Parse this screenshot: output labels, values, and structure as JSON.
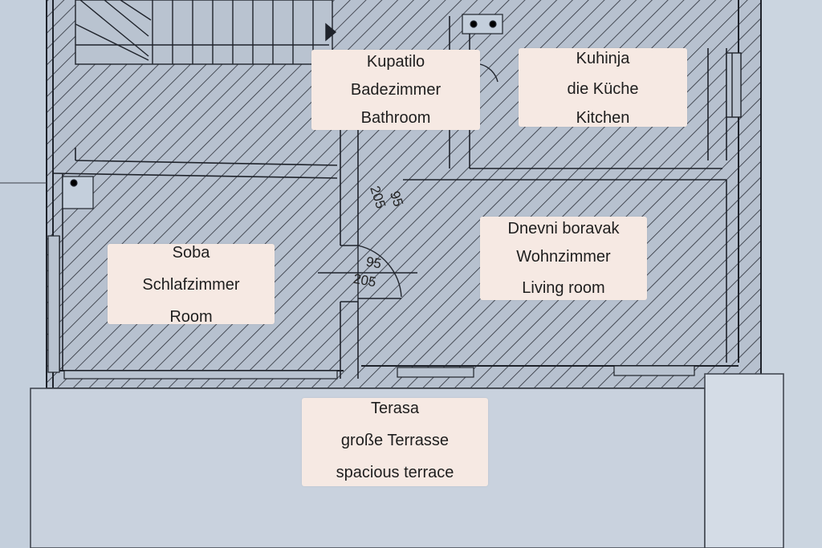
{
  "rooms": {
    "bathroom": {
      "line1": "Kupatilo",
      "line2": "Badezimmer",
      "line3": "Bathroom"
    },
    "kitchen": {
      "line1": "Kuhinja",
      "line2": "die Küche",
      "line3": "Kitchen"
    },
    "bedroom": {
      "line1": "Soba",
      "line2": "Schlafzimmer",
      "line3": "Room"
    },
    "living": {
      "line1": "Dnevni boravak",
      "line2": "Wohnzimmer",
      "line3": "Living room"
    },
    "terrace": {
      "line1": "Terasa",
      "line2": "große Terrasse",
      "line3": "spacious terrace"
    }
  },
  "dimensions": {
    "hall_door_width": "95",
    "hall_door_height": "205",
    "room_door_width": "95",
    "room_door_height": "205"
  },
  "colors": {
    "paper": "#c4cfdc",
    "hatch": "#2b2f38",
    "label_bg": "#f6e9e3"
  }
}
